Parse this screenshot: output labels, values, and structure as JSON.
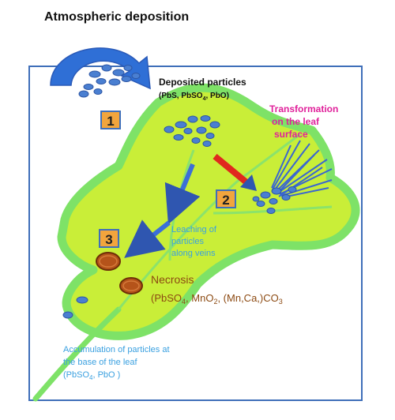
{
  "title": "Atmospheric deposition",
  "deposited": {
    "heading": "Deposited particles",
    "formula_parts": [
      "(PbS, PbSO",
      "4",
      ", PbO)"
    ]
  },
  "transformation": {
    "lines": [
      "Transformation",
      "on the leaf",
      "surface"
    ]
  },
  "leaching": {
    "lines": [
      "Leaching of",
      "particles",
      "along veins"
    ]
  },
  "necrosis": {
    "heading": "Necrosis",
    "formula_parts": [
      "(PbSO",
      "4",
      ", MnO",
      "2",
      ", (Mn,Ca,)CO",
      "3"
    ]
  },
  "accumulation": {
    "lines": [
      "Accumulation of particles at",
      "the base of the leaf"
    ],
    "formula_parts": [
      "(PbSO",
      "4",
      ", PbO )"
    ]
  },
  "steps": [
    "1",
    "2",
    "3"
  ],
  "icons": [
    "deposition-arrow-icon",
    "transformation-arrow-icon",
    "leaching-arrow-icon",
    "necrosis-spot-icon",
    "particle-icon",
    "crystal-needles-icon"
  ],
  "colors": {
    "leaf_fill": "#c9ee38",
    "leaf_outline": "#7ee267",
    "frame": "#3f6fb9",
    "arrow_blue": "#2f6fd6",
    "particle": "#4a7fd1",
    "badge_fill": "#f2a53d",
    "transformation_text": "#e0209a",
    "leaching_text": "#3aa0e0",
    "necrosis_text": "#8c4a12",
    "accumulation_text": "#3aa0e0",
    "red_arrow": "#e0281e",
    "spot": "#b5531a"
  }
}
